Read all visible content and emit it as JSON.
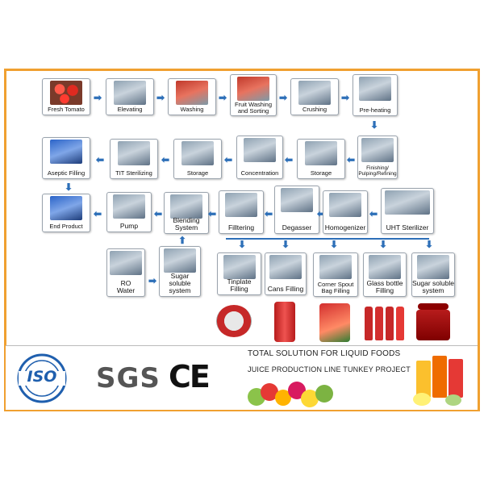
{
  "flow": {
    "row1": [
      "Fresh Tomato",
      "Elevating",
      "Washing",
      "Fruit Washing and Sorting",
      "Crushing",
      "Pre-heating"
    ],
    "row2": [
      "Aseptic Filling",
      "TIT Sterilizing",
      "Storage",
      "Concentration",
      "Storage",
      "Finishing/ Pulping/Refining"
    ],
    "row3": [
      "End Product",
      "Pump",
      "Blending System",
      "Filltering",
      "Degasser",
      "Homogenizer",
      "UHT Sterilizer"
    ],
    "row4": [
      "RO Water",
      "Sugar soluble system",
      "Tinplate Filling",
      "Cans Filling",
      "Corner Spout Bag Filling",
      "Glass bottle Filling",
      "Sugar soluble system"
    ]
  },
  "banner": {
    "line1": "TOTAL SOLUTION FOR LIQUID FOODS",
    "line2": "JUICE PRODUCTION LINE TUNKEY PROJECT"
  },
  "logos": {
    "iso": "ISO",
    "sgs": "SGS",
    "ce": "CE"
  },
  "colors": {
    "frame": "#f0a030",
    "arrow": "#2d6fb8",
    "iso_blue": "#1f5fae"
  }
}
